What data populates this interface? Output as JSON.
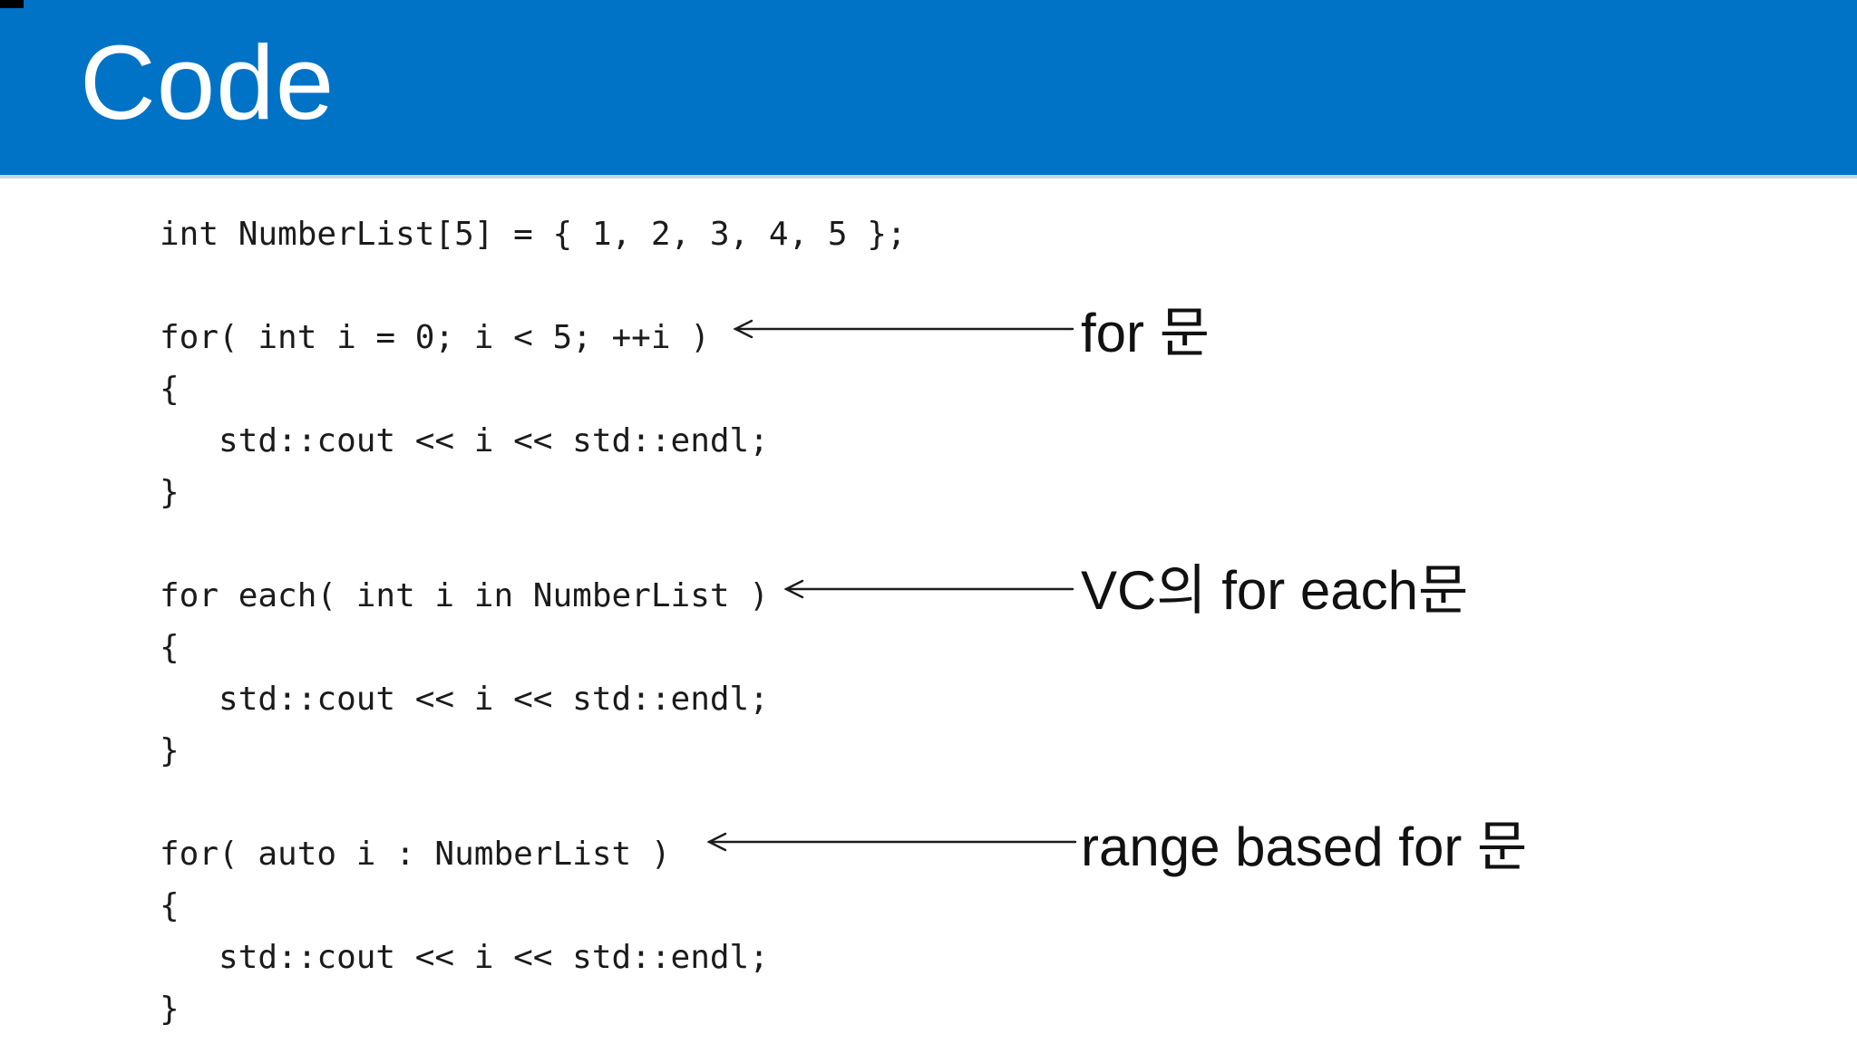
{
  "slide": {
    "title": "Code",
    "theme": {
      "header_color": "#0173c7",
      "title_color": "#ffffff",
      "code_text_color": "#1b1b1b",
      "annotation_text_color": "#111111",
      "background_color": "#ffffff"
    }
  },
  "code": {
    "language": "cpp",
    "text": "int NumberList[5] = { 1, 2, 3, 4, 5 };\n\nfor( int i = 0; i < 5; ++i )\n{\n   std::cout << i << std::endl;\n}\n\nfor each( int i in NumberList )\n{\n   std::cout << i << std::endl;\n}\n\nfor( auto i : NumberList )\n{\n   std::cout << i << std::endl;\n}"
  },
  "annotations": [
    {
      "label": "for 문",
      "points_to": "for( int i = 0; i < 5; ++i )"
    },
    {
      "label": "VC의 for each문",
      "points_to": "for each( int i in NumberList )"
    },
    {
      "label": "range based for 문",
      "points_to": "for( auto i : NumberList )"
    }
  ]
}
